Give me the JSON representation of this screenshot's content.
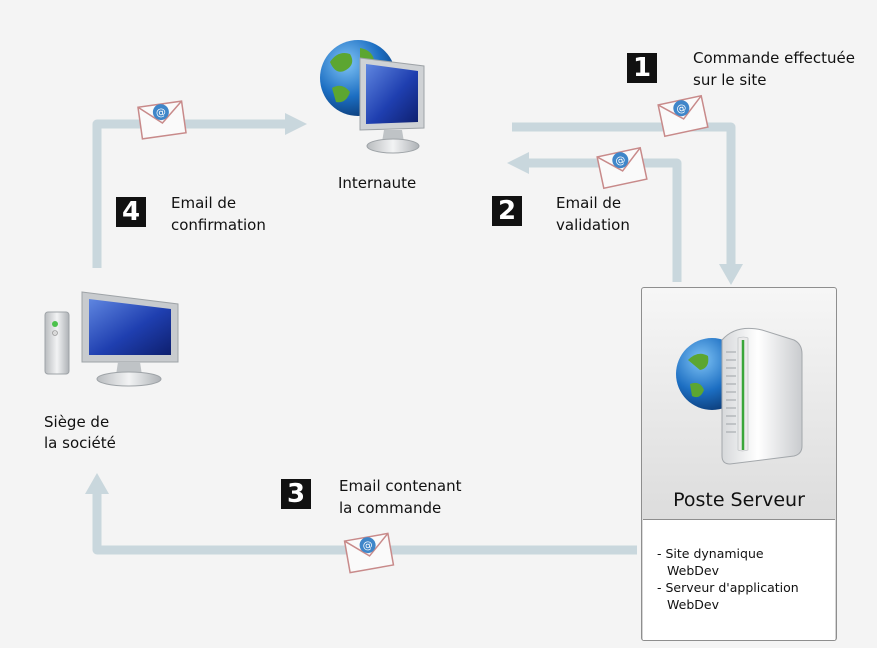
{
  "nodes": {
    "internaute": "Internaute",
    "siege_line1": "Siège de",
    "siege_line2": "la société",
    "server_title": "Poste Serveur",
    "server_items": [
      "- Site dynamique",
      "WebDev",
      "- Serveur d'application",
      "WebDev"
    ]
  },
  "steps": [
    {
      "number": "1",
      "line1": "Commande effectuée",
      "line2": "sur le site"
    },
    {
      "number": "2",
      "line1": "Email de",
      "line2": "validation"
    },
    {
      "number": "3",
      "line1": "Email contenant",
      "line2": "la commande"
    },
    {
      "number": "4",
      "line1": "Email de",
      "line2": "confirmation"
    }
  ],
  "colors": {
    "arrow": "#c9d7dd",
    "badge": "#111111",
    "screen": "#1f3fb0",
    "globe_water": "#1c6ec2",
    "globe_land": "#5ca631",
    "envelope_stamp": "#3f86c9"
  },
  "icons": [
    "globe-monitor-icon",
    "desktop-computer-icon",
    "server-globe-icon",
    "email-envelope-icon"
  ]
}
